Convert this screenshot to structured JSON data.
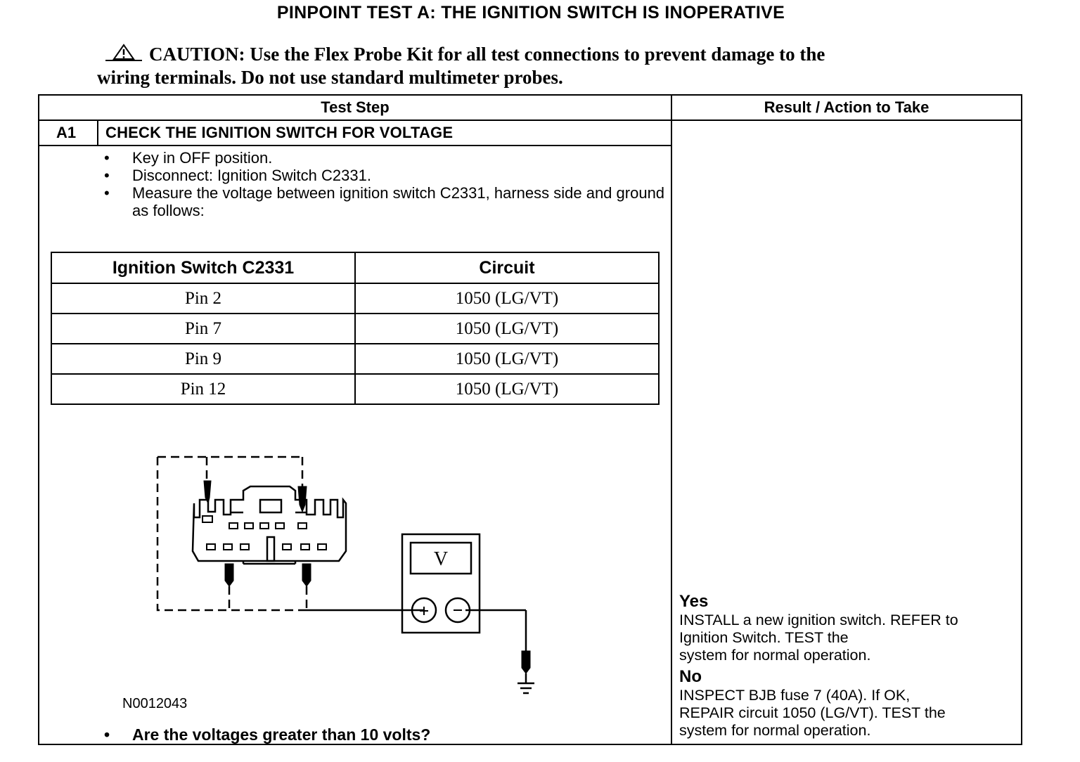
{
  "title": "PINPOINT TEST  A: THE IGNITION SWITCH IS INOPERATIVE",
  "caution": {
    "line1": "CAUTION: Use the Flex Probe Kit for all test connections to prevent damage to the",
    "line2": "wiring terminals. Do not use standard multimeter probes.",
    "icon": "warning-triangle-icon"
  },
  "header": {
    "test_step": "Test Step",
    "result_action": "Result / Action to Take"
  },
  "step": {
    "id": "A1",
    "title": "CHECK THE IGNITION SWITCH FOR VOLTAGE",
    "bullets": [
      "Key in OFF position.",
      "Disconnect: Ignition Switch C2331.",
      "Measure the voltage between ignition switch C2331, harness side and ground as follows:"
    ],
    "table": {
      "headers": [
        "Ignition Switch C2331",
        "Circuit"
      ],
      "rows": [
        [
          "Pin 2",
          "1050 (LG/VT)"
        ],
        [
          "Pin 7",
          "1050 (LG/VT)"
        ],
        [
          "Pin 9",
          "1050 (LG/VT)"
        ],
        [
          "Pin 12",
          "1050 (LG/VT)"
        ]
      ]
    },
    "meter_label": "V",
    "plus": "+",
    "minus": "−",
    "figure_id": "N0012043",
    "question": "Are the voltages greater than 10 volts?"
  },
  "results": {
    "yes_label": "Yes",
    "yes_text": "INSTALL a new ignition switch. REFER to\nIgnition Switch. TEST the\nsystem for normal operation.",
    "no_label": "No",
    "no_text": "INSPECT BJB fuse 7 (40A). If OK,\nREPAIR circuit 1050 (LG/VT). TEST the\nsystem for normal operation."
  }
}
